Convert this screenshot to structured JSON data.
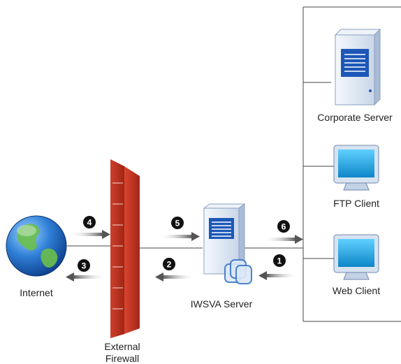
{
  "labels": {
    "internet": "Internet",
    "firewall_line1": "External",
    "firewall_line2": "Firewall",
    "iwsva_server": "IWSVA Server",
    "corporate_server": "Corporate Server",
    "ftp_client": "FTP Client",
    "web_client": "Web Client"
  },
  "steps": [
    "1",
    "2",
    "3",
    "4",
    "5",
    "6"
  ],
  "icons": {
    "internet": "globe-icon",
    "firewall": "firewall-icon",
    "iwsva": "server-with-shield-icon",
    "corporate": "tower-server-icon",
    "ftp": "monitor-icon",
    "web": "monitor-icon"
  },
  "colors": {
    "firewall": "#c0392b",
    "monitor_screen": "#1aa3e0",
    "server_body": "#dfe8f5",
    "arrow": "#555555",
    "line": "#444444"
  }
}
